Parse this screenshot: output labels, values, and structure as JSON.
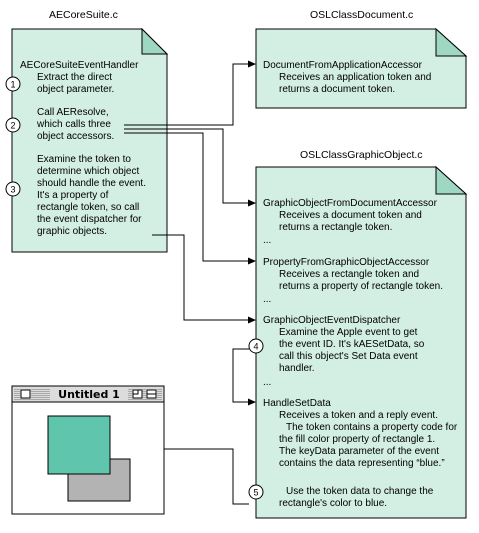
{
  "colors": {
    "note_fill": "#d3eee3",
    "note_fold": "#9fd8c2",
    "shape_teal": "#5fc6ad",
    "shape_gray": "#b3b3b3",
    "stroke": "#000000"
  },
  "files": {
    "ae_core_suite": "AECoreSuite.c",
    "osl_class_document": "OSLClassDocument.c",
    "osl_class_graphic_object": "OSLClassGraphicObject.c"
  },
  "left_note": {
    "handler_name": "AECoreSuiteEventHandler",
    "step1_line1": "Extract the direct",
    "step1_line2": "object parameter.",
    "step2_line1": "Call AEResolve,",
    "step2_line2": "which calls three",
    "step2_line3": "object accessors.",
    "step3_line1": "Examine the token to",
    "step3_line2": "determine which object",
    "step3_line3": "should handle the event.",
    "step3_line4": "It's a property of",
    "step3_line5": "rectangle token, so call",
    "step3_line6": "the event dispatcher for",
    "step3_line7": "graphic objects."
  },
  "doc_note": {
    "name": "DocumentFromApplicationAccessor",
    "line1": "Receives an application token and",
    "line2": "returns a document token."
  },
  "graphic_note": {
    "acc1_name": "GraphicObjectFromDocumentAccessor",
    "acc1_line1": "Receives a document token and",
    "acc1_line2": "returns a rectangle token.",
    "ellipsis1": "...",
    "acc2_name": "PropertyFromGraphicObjectAccessor",
    "acc2_line1": "Receives a rectangle token and",
    "acc2_line2": "returns a property of rectangle token.",
    "ellipsis2": "...",
    "disp_name": "GraphicObjectEventDispatcher",
    "disp_line1": "Examine the Apple event to get",
    "disp_line2": "the event ID. It's kAESetData, so",
    "disp_line3": "call this object's Set Data event",
    "disp_line4": "handler.",
    "ellipsis3": "...",
    "set_name": "HandleSetData",
    "set_line1": "Receives a token and a reply event.",
    "set_line2": "The token contains a property code for",
    "set_line3": "the fill color property of rectangle 1.",
    "set_line4": "The keyData parameter of the event",
    "set_line5": "contains the data representing “blue.”",
    "set_line6": "Use the token data to change the",
    "set_line7": "rectangle's color to blue."
  },
  "steps": {
    "s1": "1",
    "s2": "2",
    "s3": "3",
    "s4": "4",
    "s5": "5"
  },
  "window": {
    "title": "Untitled 1"
  }
}
